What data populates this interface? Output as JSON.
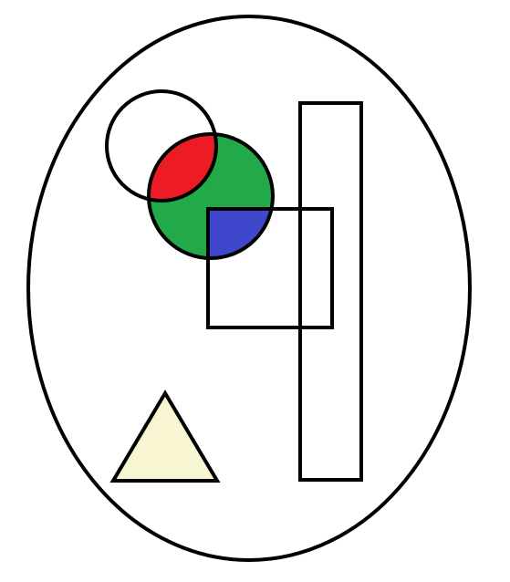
{
  "diagram": {
    "background": "#ffffff",
    "stroke_color": "#000000",
    "shapes": [
      {
        "kind": "ellipse",
        "role": "outer-boundary",
        "fill": "none"
      },
      {
        "kind": "circle",
        "role": "hollow-circle",
        "fill": "none"
      },
      {
        "kind": "circle",
        "role": "filled-circle",
        "fill": "#22aa4a"
      },
      {
        "kind": "region",
        "role": "circle-overlap",
        "fill": "#ed1c24"
      },
      {
        "kind": "region",
        "role": "circle-square-overlap",
        "fill": "#3f48cc"
      },
      {
        "kind": "rectangle",
        "role": "square",
        "fill": "none"
      },
      {
        "kind": "rectangle",
        "role": "tall-rectangle",
        "fill": "none"
      },
      {
        "kind": "triangle",
        "role": "triangle",
        "fill": "#f8f6d2"
      }
    ]
  }
}
